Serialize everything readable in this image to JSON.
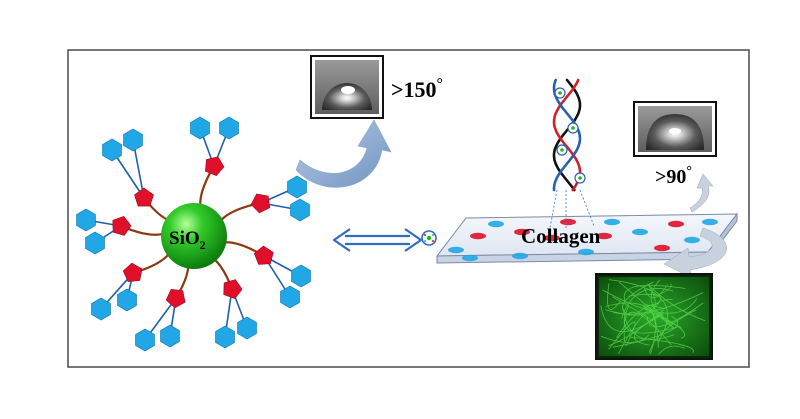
{
  "labels": {
    "core_main": "SiO",
    "core_sub": "2",
    "angle_large": ">150",
    "angle_small": ">90",
    "degree": "°",
    "substrate": "Collagen"
  },
  "colors": {
    "frame": "#4a4a4a",
    "core": "#1fb81f",
    "core_highlight": "#8ff07f",
    "hexagon": "#21a6e6",
    "pentagon": "#e0102a",
    "chain": "#8b3a0f",
    "linker": "#1e5fa8",
    "arrow": "#7ea0c8",
    "double_arrow": "#2e6dbf",
    "slab_top": "#e9eef7",
    "slab_side": "#c9d3e6",
    "helix_red": "#d0202a",
    "helix_blue": "#2a5fb0",
    "helix_black": "#111111",
    "fluorescence": "#1c8f1c"
  },
  "icons": [
    "water-droplet-contact-angle-icon",
    "double-headed-arrow-icon",
    "dna-double-helix-icon",
    "fluorescence-micrograph-icon",
    "curved-arrow-icon"
  ]
}
